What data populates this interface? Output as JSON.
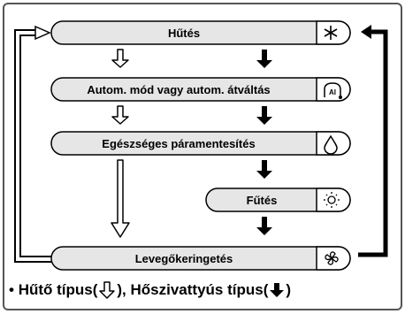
{
  "modes": [
    {
      "label": "Hűtés",
      "icon": "snowflake-icon"
    },
    {
      "label": "Autom. mód vagy autom. átváltás",
      "icon": "auto-ai-icon",
      "icon_text": "AI"
    },
    {
      "label": "Egészséges páramentesítés",
      "icon": "water-drop-icon"
    },
    {
      "label": "Fűtés",
      "icon": "sun-icon"
    },
    {
      "label": "Levegőkeringetés",
      "icon": "fan-icon"
    }
  ],
  "legend": {
    "bullet": "•",
    "cooling_type": "Hűtő típus(",
    "close_paren": "),",
    "heatpump_type": "Hőszivattyús típus(",
    "end_paren": ")"
  },
  "colors": {
    "pill_fill": "#e6e6e6",
    "icon_cap_fill": "#ffffff",
    "line": "#000000",
    "frame": "#555555"
  }
}
